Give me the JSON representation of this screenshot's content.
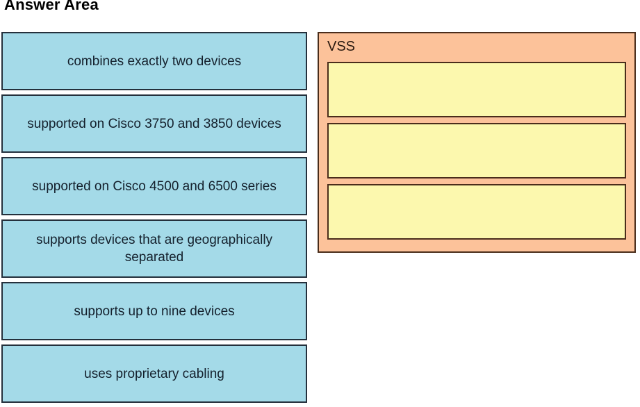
{
  "page": {
    "title": "Answer Area",
    "background_color": "#ffffff"
  },
  "colors": {
    "option_fill": "#a4dae8",
    "option_border": "#24303c",
    "panel_fill": "#fcc29a",
    "panel_border": "#4a2d1b",
    "dropzone_fill": "#fcf8ae",
    "dropzone_border": "#4a2d1b",
    "text": "#14202c"
  },
  "options": {
    "name": "draggable-option-tiles",
    "items": [
      {
        "id": "option-1",
        "label": "combines exactly two devices"
      },
      {
        "id": "option-2",
        "label": "supported on Cisco 3750 and 3850 devices"
      },
      {
        "id": "option-3",
        "label": "supported on Cisco 4500 and 6500 series"
      },
      {
        "id": "option-4",
        "label": "supports devices that are geographically separated"
      },
      {
        "id": "option-5",
        "label": "supports up to nine devices"
      },
      {
        "id": "option-6",
        "label": "uses proprietary cabling"
      }
    ]
  },
  "answer_panel": {
    "title": "VSS",
    "dropzones": [
      {
        "id": "dropzone-1",
        "label": ""
      },
      {
        "id": "dropzone-2",
        "label": ""
      },
      {
        "id": "dropzone-3",
        "label": ""
      }
    ]
  }
}
